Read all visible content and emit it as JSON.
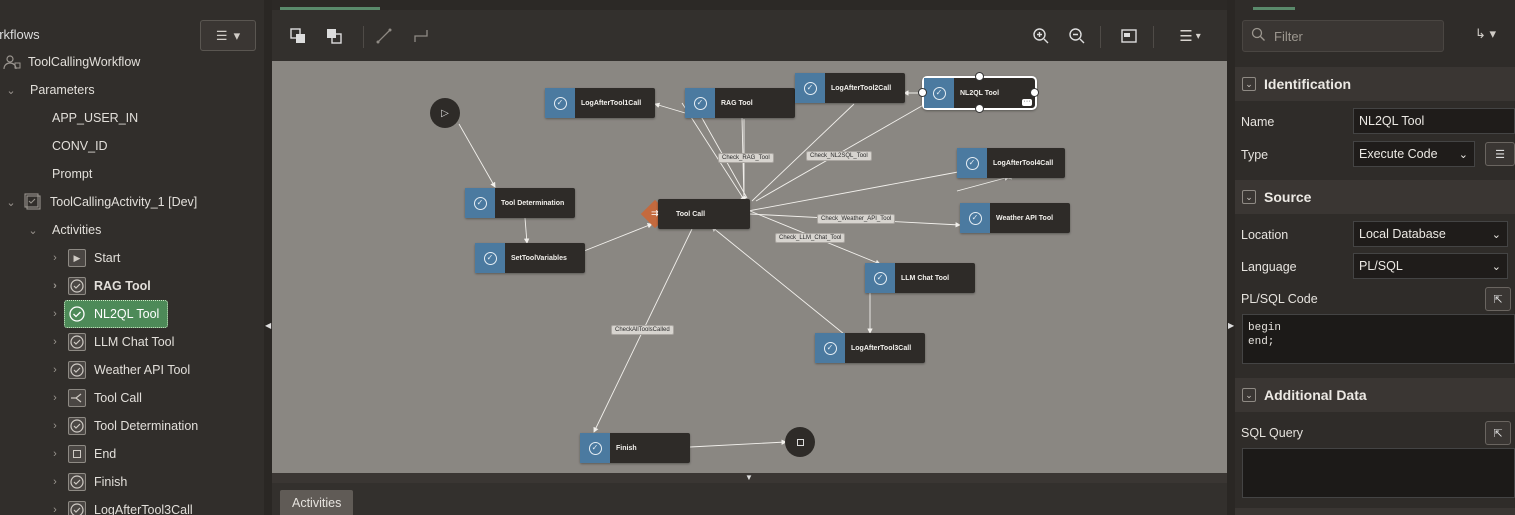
{
  "left_panel": {
    "title": "orkflows",
    "menu_icon": "hamburger-icon",
    "tree": [
      {
        "label": "ToolCallingWorkflow",
        "icon": "workflow-icon"
      },
      {
        "label": "Parameters"
      },
      {
        "label": "APP_USER_IN"
      },
      {
        "label": "CONV_ID"
      },
      {
        "label": "Prompt"
      },
      {
        "label": "ToolCallingActivity_1 [Dev]",
        "icon": "activity-icon"
      },
      {
        "label": "Activities"
      },
      {
        "label": "Start",
        "icon": "play-icon"
      },
      {
        "label": "RAG Tool",
        "icon": "check-circle-icon"
      },
      {
        "label": "NL2QL Tool",
        "icon": "check-circle-icon"
      },
      {
        "label": "LLM Chat Tool",
        "icon": "check-circle-icon"
      },
      {
        "label": "Weather API Tool",
        "icon": "check-circle-icon"
      },
      {
        "label": "Tool Call",
        "icon": "switch-icon"
      },
      {
        "label": "Tool Determination",
        "icon": "check-circle-icon"
      },
      {
        "label": "End",
        "icon": "stop-icon"
      },
      {
        "label": "Finish",
        "icon": "check-circle-icon"
      },
      {
        "label": "LogAfterTool3Call",
        "icon": "check-circle-icon"
      }
    ]
  },
  "canvas": {
    "nodes": {
      "log1": "LogAfterTool1Call",
      "rag": "RAG Tool",
      "log2": "LogAfterTool2Call",
      "nl2ql": "NL2QL Tool",
      "log4": "LogAfterTool4Call",
      "tooldet": "Tool Determination",
      "toolcall": "Tool Call",
      "weather": "Weather API Tool",
      "setvars": "SetToolVariables",
      "llm": "LLM Chat Tool",
      "log3": "LogAfterTool3Call",
      "finish": "Finish"
    },
    "edge_labels": {
      "rag": "Check_RAG_Tool",
      "nl2sql": "Check_NL2SQL_Tool",
      "weather": "Check_Weather_API_Tool",
      "llm": "Check_LLM_Chat_Tool",
      "all": "CheckAllToolsCalled"
    }
  },
  "bottom_tabs": {
    "activities": "Activities"
  },
  "right_panel": {
    "filter_placeholder": "Filter",
    "sections": {
      "identification": "Identification",
      "source": "Source",
      "additional": "Additional Data"
    },
    "fields": {
      "name_label": "Name",
      "name_value": "NL2QL Tool",
      "type_label": "Type",
      "type_value": "Execute Code",
      "location_label": "Location",
      "location_value": "Local Database",
      "language_label": "Language",
      "language_value": "PL/SQL",
      "plsql_label": "PL/SQL Code",
      "plsql_code": "begin\nend;",
      "sql_query_label": "SQL Query"
    }
  },
  "colors": {
    "node_accent": "#4b7aa0",
    "selected_tree": "#4d8a58",
    "switch_node": "#c46a3e",
    "canvas_bg": "#8a8782"
  }
}
